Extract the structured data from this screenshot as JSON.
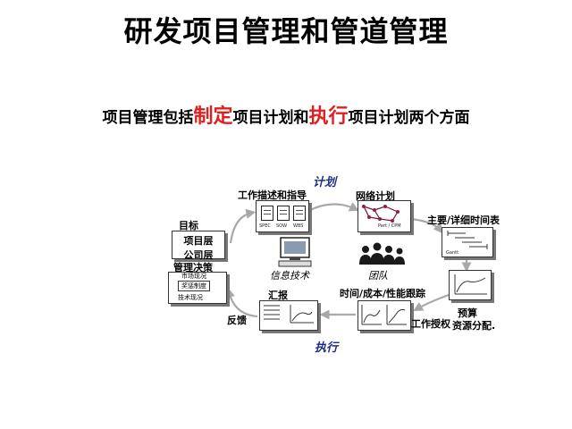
{
  "title": "研发项目管理和管道管理",
  "subtitle": {
    "part1": "项目管理包括",
    "highlight1": "制定",
    "part2": "项目计划和",
    "highlight2": "执行",
    "part3": "项目计划两个方面"
  },
  "colors": {
    "highlight": "#e02020",
    "cycle_label": "#1c2f8c",
    "arrow": "#a8a8a8"
  },
  "diagram": {
    "plan_label": "计划",
    "execute_label": "执行",
    "nodes": {
      "work_desc": {
        "label": "工作描述和指导",
        "docs": [
          "SPEC",
          "SOW",
          "WBS"
        ]
      },
      "network_plan": {
        "label": "网络计划",
        "inner_text": "Pert / CPM"
      },
      "schedule": {
        "label": "主要/详细时间表",
        "inner_text": "Gantt"
      },
      "budget": {
        "label1": "预算",
        "label2": "资源分配."
      },
      "tracking": {
        "label": "时间/成本/性能跟踪",
        "side_label": "工作授权"
      },
      "report": {
        "label": "汇报"
      },
      "feedback": {
        "label": "反馈"
      },
      "goal": {
        "label": "目标",
        "line1": "项目层",
        "line2": "公司层",
        "mgmt_label": "管理决策",
        "items": [
          "市场现况",
          "奖惩制度",
          "技术现况"
        ]
      }
    },
    "center": {
      "it_label": "信息技术",
      "team_label": "团队"
    }
  }
}
